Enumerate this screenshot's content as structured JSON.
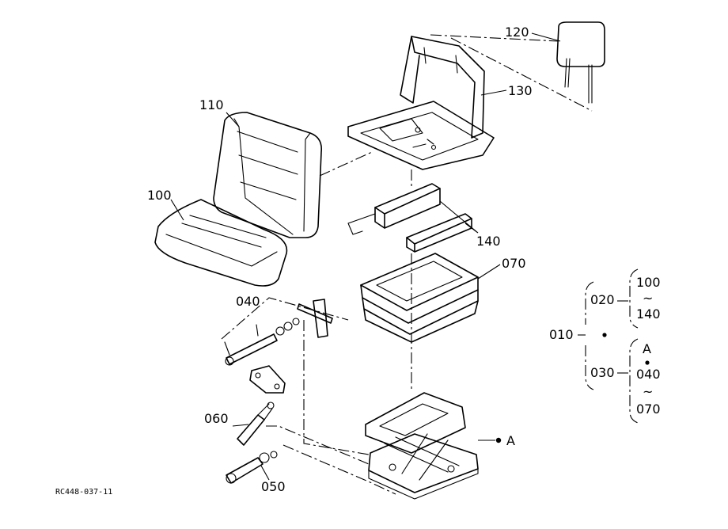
{
  "callouts": {
    "p120": "120",
    "p130": "130",
    "p110": "110",
    "p100": "100",
    "p140": "140",
    "p070": "070",
    "p040": "040",
    "p060": "060",
    "p050": "050",
    "pA": "A"
  },
  "tree": {
    "root": "010",
    "g1": "020",
    "g1_from": "100",
    "g1_to": "140",
    "g2": "030",
    "g2_extra": "A",
    "g2_from": "040",
    "g2_to": "070",
    "tilde": "~"
  },
  "drawing_code": "RC448-037-11"
}
